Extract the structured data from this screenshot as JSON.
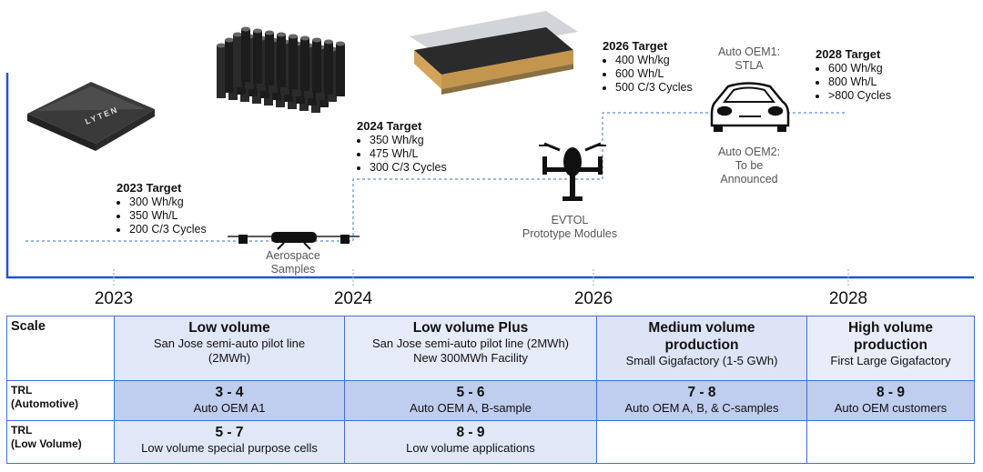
{
  "timeline": {
    "years": [
      "2023",
      "2024",
      "2026",
      "2028"
    ],
    "milestones": [
      {
        "title": "2023 Target",
        "items": [
          "300 Wh/kg",
          "350 Wh/L",
          "200 C/3 Cycles"
        ]
      },
      {
        "title": "2024 Target",
        "items": [
          "350 Wh/kg",
          "475 Wh/L",
          "300 C/3 Cycles"
        ]
      },
      {
        "title": "2026 Target",
        "items": [
          "400 Wh/kg",
          "600 Wh/L",
          "500 C/3 Cycles"
        ]
      },
      {
        "title": "2028 Target",
        "items": [
          "600 Wh/kg",
          "800 Wh/L",
          ">800 Cycles"
        ]
      }
    ],
    "labels": {
      "aerospace": "Aerospace\nSamples",
      "evtol": "EVTOL\nPrototype Modules",
      "oem1": "Auto OEM1:\nSTLA",
      "oem2": "Auto OEM2:\nTo be\nAnnounced"
    },
    "logo_text": "LYTEN"
  },
  "table": {
    "row_headers": {
      "scale": "Scale",
      "trl_auto": "TRL\n(Automotive)",
      "trl_low": "TRL\n(Low Volume)"
    },
    "scale": [
      {
        "title": "Low volume",
        "desc": "San Jose semi-auto pilot line\n(2MWh)"
      },
      {
        "title": "Low volume Plus",
        "desc": "San Jose semi-auto pilot line (2MWh)\nNew 300MWh Facility"
      },
      {
        "title": "Medium volume\nproduction",
        "desc": "Small Gigafactory (1-5 GWh)"
      },
      {
        "title": "High volume\nproduction",
        "desc": "First Large Gigafactory"
      }
    ],
    "trl_automotive": [
      {
        "level": "3 - 4",
        "desc": "Auto OEM A1"
      },
      {
        "level": "5 - 6",
        "desc": "Auto OEM A, B-sample"
      },
      {
        "level": "7 - 8",
        "desc": "Auto OEM A, B, & C-samples"
      },
      {
        "level": "8 - 9",
        "desc": "Auto OEM customers"
      }
    ],
    "trl_low_volume": [
      {
        "level": "5 - 7",
        "desc": "Low volume special purpose cells"
      },
      {
        "level": "8 - 9",
        "desc": "Low volume applications"
      }
    ]
  },
  "colors": {
    "axis": "#1f55d6",
    "step_line": "#5a8ad8",
    "table_border": "#3f6fd6"
  }
}
